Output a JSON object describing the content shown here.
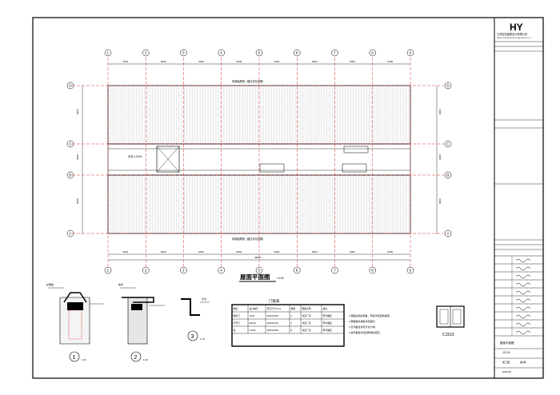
{
  "titleblock": {
    "logo_letters": "HY",
    "company": "江苏宏景建筑设计有限公司",
    "company_en": "JIANGSU HONGJING ARCHITECTURAL DESIGN CO.,LTD",
    "drawing_title": "屋面平面图",
    "sheet_no": "JG-01",
    "date": "2023.09",
    "stage": "施工图",
    "version": "第1版"
  },
  "drawing": {
    "main_title": "屋面平面图",
    "main_scale": "1:100",
    "grid_top": [
      "1",
      "2",
      "3",
      "4",
      "5",
      "6",
      "7",
      "8",
      "9"
    ],
    "grid_side": [
      "D",
      "C",
      "B",
      "A"
    ],
    "dim_span": "6000",
    "dim_total": "48000",
    "dim_bay_top": "9000",
    "dim_bay_mid": "3000",
    "dim_bay_bot": "9000",
    "note_top": "彩钢板屋面（做法详见说明）",
    "note_bottom": "彩钢板屋面（做法详见说明）",
    "note_gutter": "天沟 i=0.5%"
  },
  "details": {
    "d1_label": "1",
    "d2_label": "2",
    "d3_label": "3",
    "d1_scale": "1:20",
    "d2_scale": "1:20",
    "d3_scale": "1:10",
    "callout_a": "彩钢板",
    "callout_b": "檩条",
    "callout_c": "天沟"
  },
  "door_table": {
    "title": "门窗表",
    "headers": [
      "类型",
      "设计编号",
      "洞口尺寸(mm)",
      "数量",
      "图集名称",
      "备注"
    ],
    "rows": [
      [
        "卷帘门",
        "JLM1",
        "3000X3000",
        "2",
        "详见厂家",
        "甲方确定"
      ],
      [
        "平开门",
        "M1021",
        "1000X2100",
        "4",
        "详见厂家",
        "甲方确定"
      ],
      [
        "窗",
        "C1515",
        "1500X1500",
        "8",
        "详见厂家",
        "甲方确定"
      ]
    ]
  },
  "notes": {
    "lines": [
      "1.屋面采用彩钢板，厚度详见结构说明。",
      "2.屋面排水坡度详见图示。",
      "3.天沟做法详见节点大样。",
      "4.未尽事宜详见国家相关规范。"
    ]
  },
  "window_detail": {
    "label": "C1515"
  }
}
